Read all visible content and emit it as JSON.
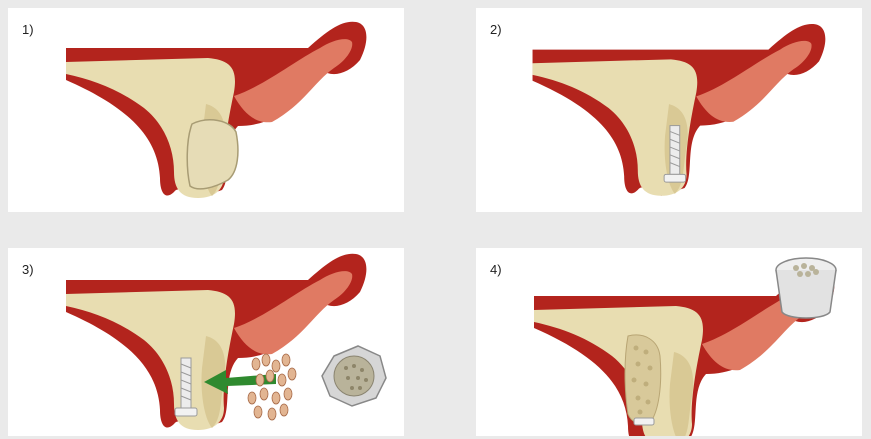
{
  "panels": [
    {
      "label": "1)"
    },
    {
      "label": "2)"
    },
    {
      "label": "3)"
    },
    {
      "label": "4)"
    }
  ],
  "colors": {
    "tissue_dark_red": "#b3241d",
    "tissue_light_red": "#e07a63",
    "bone": "#e8ddb1",
    "bone_dark": "#d9c995",
    "screw": "#ececec",
    "arrow_green": "#2f8a2f",
    "graft_chip": "#e2b592",
    "container_grey": "#cfcfcf"
  }
}
